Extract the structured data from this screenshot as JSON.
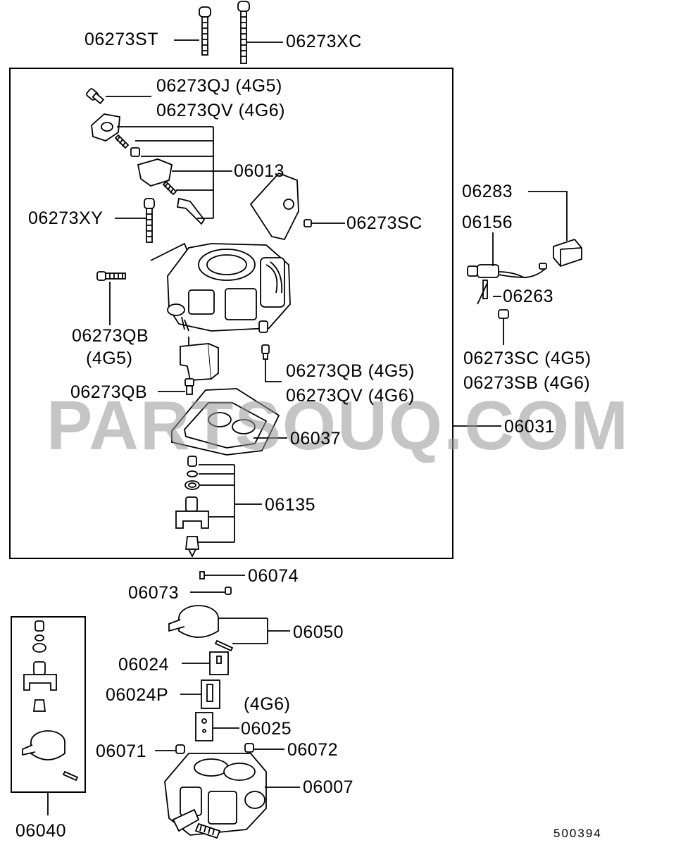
{
  "labels": {
    "p06273ST": "06273ST",
    "p06273XC": "06273XC",
    "p06273QJ": "06273QJ (4G5)",
    "p06273QV_top": "06273QV (4G6)",
    "p06013": "06013",
    "p06283": "06283",
    "p06273XY": "06273XY",
    "p06273SC_mid": "06273SC",
    "p06156": "06156",
    "p06263": "06263",
    "p06273QB_left": "06273QB",
    "p4G5_left": "(4G5)",
    "p06273SC_right": "06273SC (4G5)",
    "p06273SB": "06273SB (4G6)",
    "p06273QB_mid": "06273QB (4G5)",
    "p06273QV_mid": "06273QV (4G6)",
    "p06273QB_low": "06273QB",
    "p06031": "06031",
    "p06037": "06037",
    "p06135": "06135",
    "p06074": "06074",
    "p06073": "06073",
    "p06050": "06050",
    "p06024": "06024",
    "p06024P": "06024P",
    "p4G6_low": "(4G6)",
    "p06025": "06025",
    "p06071": "06071",
    "p06072": "06072",
    "p06007": "06007",
    "p06040": "06040",
    "diagram_id": "500394"
  },
  "watermark": "PARTSOUQ.COM",
  "colors": {
    "line": "#000000",
    "watermark": "#969696",
    "background": "#ffffff"
  }
}
